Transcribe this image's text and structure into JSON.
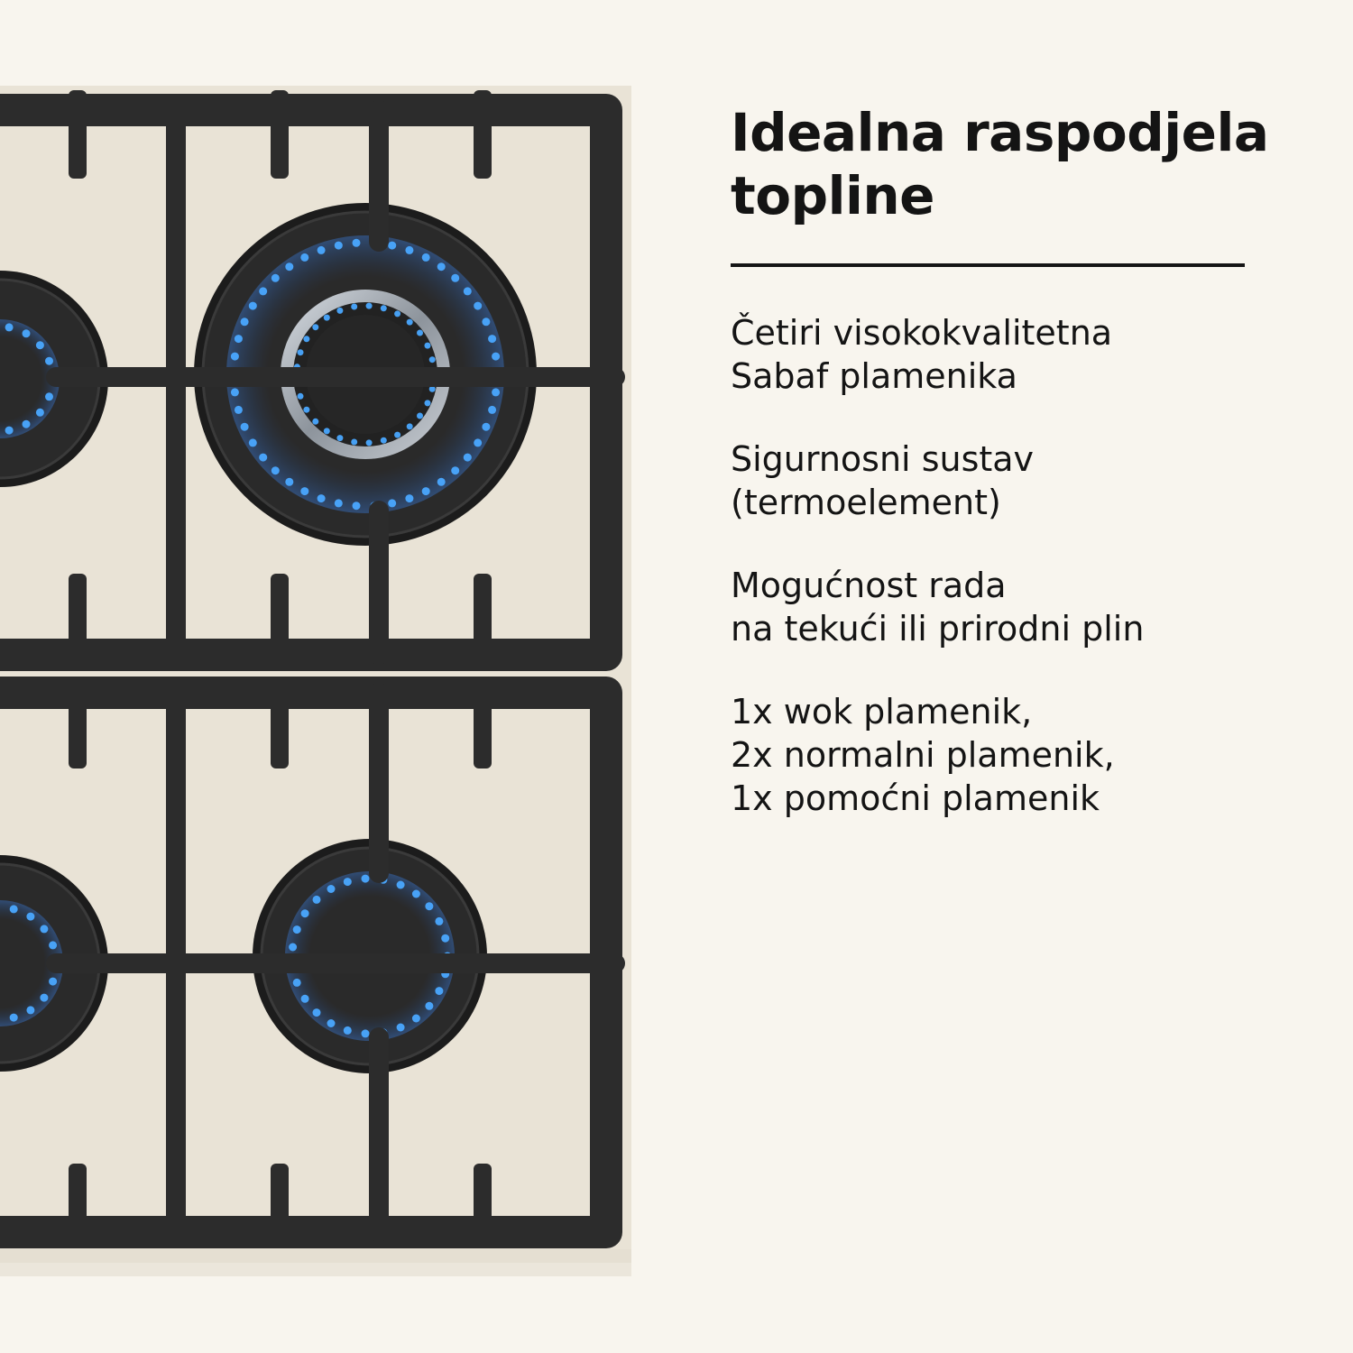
{
  "headline": {
    "lines": [
      "Idealna raspodjela",
      "topline"
    ]
  },
  "features": [
    {
      "lines": [
        "Četiri visokokvalitetna",
        "Sabaf plamenika"
      ]
    },
    {
      "lines": [
        "Sigurnosni sustav",
        "(termoelement)"
      ]
    },
    {
      "lines": [
        "Mogućnost rada",
        "na tekući ili prirodni plin"
      ]
    },
    {
      "lines": [
        "1x wok plamenik,",
        "2x normalni plamenik,",
        "1x pomoćni plamenik"
      ]
    }
  ],
  "colors": {
    "background": "#f8f5ee",
    "cooktop": "#e6dfd2",
    "grate": "#2b2b2b",
    "flame": "#4aa8ff",
    "text": "#111111"
  },
  "illustration": {
    "subject": "gas-cooktop-top-view",
    "burners": [
      "wok-burner",
      "normal-burner",
      "normal-burner",
      "auxiliary-burner"
    ]
  }
}
